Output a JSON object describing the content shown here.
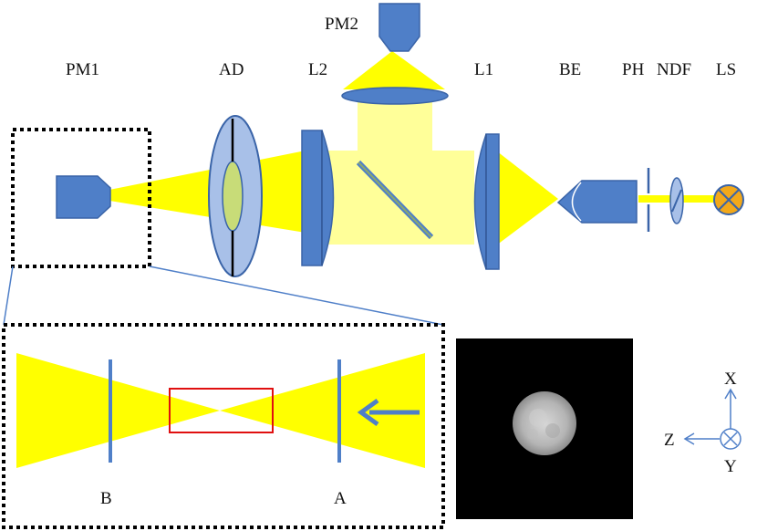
{
  "labels": {
    "pm1": "PM1",
    "pm2": "PM2",
    "ad": "AD",
    "l2": "L2",
    "l1": "L1",
    "be": "BE",
    "ph": "PH",
    "ndf": "NDF",
    "ls": "LS",
    "b": "B",
    "a": "A",
    "x": "X",
    "y": "Y",
    "z": "Z"
  },
  "colors": {
    "beam": "#ffff00",
    "beam_soft": "#ffff99",
    "optic_blue": "#4f7fc8",
    "optic_stroke": "#3a64a8",
    "aperture_fill": "#a8c0e8",
    "aperture_core": "#c8dc78",
    "source_orange": "#f2a81a",
    "focal_box": "#e01010",
    "dotted_box": "#000000",
    "camera_bg": "#000000"
  }
}
